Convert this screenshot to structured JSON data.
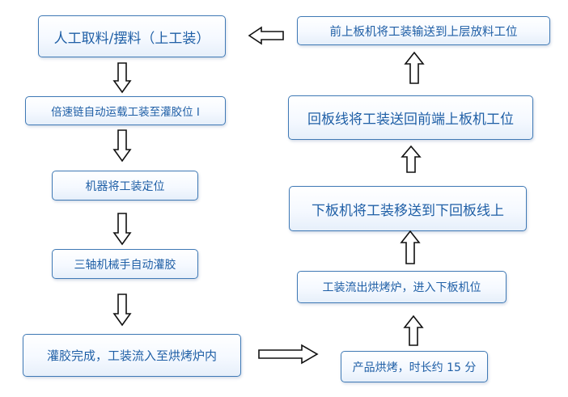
{
  "flow": {
    "left": [
      "人工取料/摆料（上工装）",
      "倍速链自动运载工装至灌胶位 I",
      "机器将工装定位",
      "三轴机械手自动灌胶",
      "灌胶完成，工装流入至烘烤炉内"
    ],
    "right": [
      "产品烘烤，时长约 15 分",
      "工装流出烘烤炉，进入下板机位",
      "下板机将工装移送到下回板线上",
      "回板线将工装送回前端上板机工位",
      "前上板机将工装输送到上层放料工位"
    ]
  }
}
